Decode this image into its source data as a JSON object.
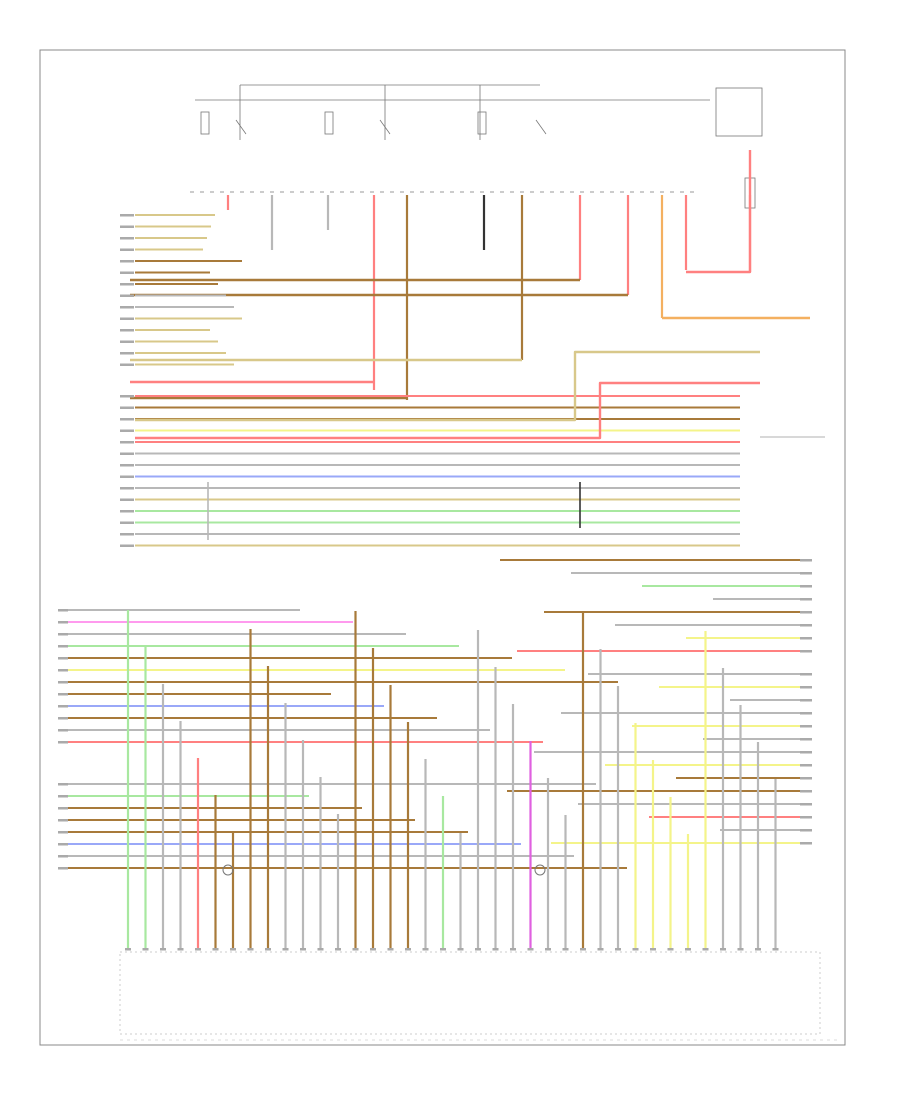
{
  "footer_code": "",
  "colors": {
    "red": "#ff8080",
    "pink": "#ff9aee",
    "yellow": "#f4f48a",
    "tan": "#d8c88a",
    "brown": "#a87a3a",
    "green": "#a8e8a0",
    "blue": "#9aa8f8",
    "gray": "#b8b8b8",
    "orange": "#f4b060",
    "black": "#333333",
    "magenta": "#e060e0"
  },
  "top_wires": [
    {
      "color": "red"
    },
    {
      "color": "gray"
    },
    {
      "color": "gray"
    },
    {
      "color": "red"
    },
    {
      "color": "brown"
    },
    {
      "color": "black"
    },
    {
      "color": "brown"
    },
    {
      "color": "red"
    },
    {
      "color": "red"
    },
    {
      "color": "orange"
    },
    {
      "color": "red"
    },
    {
      "color": "red"
    }
  ],
  "left_connector": [
    {
      "color": "tan"
    },
    {
      "color": "tan"
    },
    {
      "color": "tan"
    },
    {
      "color": "tan"
    },
    {
      "color": "brown"
    },
    {
      "color": "brown"
    },
    {
      "color": "brown"
    },
    {
      "color": "gray"
    },
    {
      "color": "gray"
    },
    {
      "color": "tan"
    },
    {
      "color": "tan"
    },
    {
      "color": "tan"
    },
    {
      "color": "tan"
    },
    {
      "color": "tan"
    },
    {
      "color": "red"
    },
    {
      "color": "brown"
    },
    {
      "color": "brown"
    },
    {
      "color": "yellow"
    },
    {
      "color": "red"
    },
    {
      "color": "gray"
    },
    {
      "color": "gray"
    },
    {
      "color": "blue"
    },
    {
      "color": "gray"
    },
    {
      "color": "tan"
    },
    {
      "color": "green"
    },
    {
      "color": "green"
    },
    {
      "color": "gray"
    },
    {
      "color": "tan"
    }
  ],
  "lower_bus": [
    {
      "color": "gray"
    },
    {
      "color": "pink"
    },
    {
      "color": "gray"
    },
    {
      "color": "green"
    },
    {
      "color": "brown"
    },
    {
      "color": "yellow"
    },
    {
      "color": "brown"
    },
    {
      "color": "brown"
    },
    {
      "color": "blue"
    },
    {
      "color": "brown"
    },
    {
      "color": "gray"
    },
    {
      "color": "red"
    },
    {
      "color": "gray"
    },
    {
      "color": "green"
    },
    {
      "color": "brown"
    },
    {
      "color": "brown"
    },
    {
      "color": "brown"
    },
    {
      "color": "blue"
    },
    {
      "color": "gray"
    },
    {
      "color": "brown"
    }
  ],
  "right_bus": [
    {
      "color": "brown"
    },
    {
      "color": "gray"
    },
    {
      "color": "green"
    },
    {
      "color": "gray"
    },
    {
      "color": "brown"
    },
    {
      "color": "gray"
    },
    {
      "color": "yellow"
    },
    {
      "color": "red"
    },
    {
      "color": "gray"
    },
    {
      "color": "yellow"
    },
    {
      "color": "gray"
    },
    {
      "color": "gray"
    },
    {
      "color": "yellow"
    },
    {
      "color": "gray"
    },
    {
      "color": "gray"
    },
    {
      "color": "yellow"
    },
    {
      "color": "brown"
    },
    {
      "color": "brown"
    },
    {
      "color": "gray"
    },
    {
      "color": "red"
    },
    {
      "color": "gray"
    },
    {
      "color": "yellow"
    }
  ],
  "bottom_pins": [
    {
      "color": "green"
    },
    {
      "color": "green"
    },
    {
      "color": "gray"
    },
    {
      "color": "gray"
    },
    {
      "color": "red"
    },
    {
      "color": "brown"
    },
    {
      "color": "brown"
    },
    {
      "color": "brown"
    },
    {
      "color": "brown"
    },
    {
      "color": "gray"
    },
    {
      "color": "gray"
    },
    {
      "color": "gray"
    },
    {
      "color": "gray"
    },
    {
      "color": "brown"
    },
    {
      "color": "brown"
    },
    {
      "color": "brown"
    },
    {
      "color": "brown"
    },
    {
      "color": "gray"
    },
    {
      "color": "green"
    },
    {
      "color": "gray"
    },
    {
      "color": "gray"
    },
    {
      "color": "gray"
    },
    {
      "color": "gray"
    },
    {
      "color": "magenta"
    },
    {
      "color": "gray"
    },
    {
      "color": "gray"
    },
    {
      "color": "brown"
    },
    {
      "color": "gray"
    },
    {
      "color": "gray"
    },
    {
      "color": "yellow"
    },
    {
      "color": "yellow"
    },
    {
      "color": "yellow"
    },
    {
      "color": "yellow"
    },
    {
      "color": "yellow"
    },
    {
      "color": "gray"
    },
    {
      "color": "gray"
    },
    {
      "color": "gray"
    },
    {
      "color": "gray"
    }
  ]
}
